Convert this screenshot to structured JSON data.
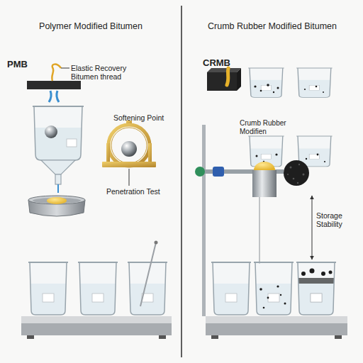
{
  "diagram": {
    "nodes": [
      {
        "text": [
          "Polymer Modified Bitumen"
        ]
      },
      {
        "text": [
          "Crumb Rubber Modified Bitumen"
        ]
      }
    ],
    "labels": [
      "PMB",
      "Elastic Recovery Bitumen thread",
      "Softening Point",
      "Penetration Test",
      "CRMB",
      "Crumb Rubber Modifien",
      "Storage Stability"
    ]
  }
}
